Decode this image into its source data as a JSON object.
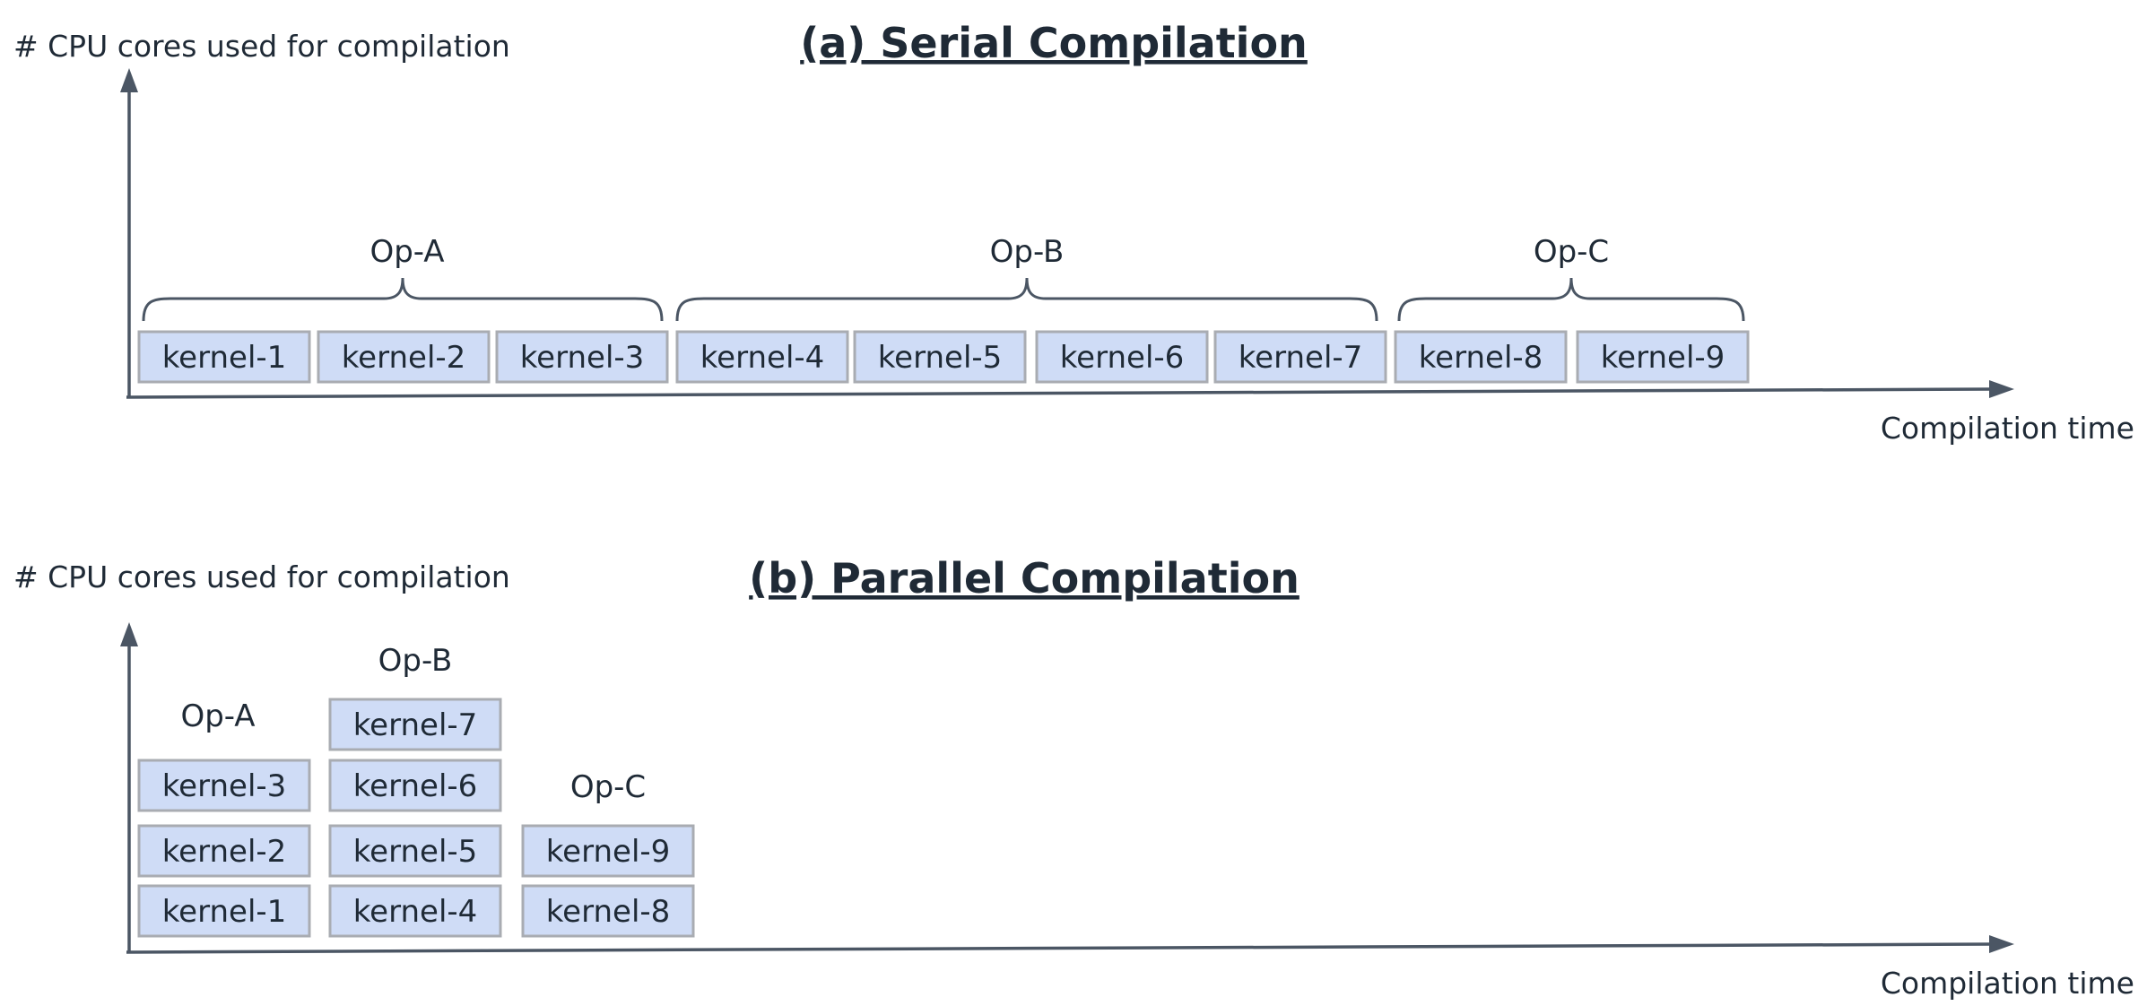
{
  "panels": [
    {
      "id": "serial",
      "title": "(a) Serial Compilation",
      "y_axis_label": "# CPU cores used for compilation",
      "x_axis_label": "Compilation time",
      "ops": [
        {
          "label": "Op-A",
          "kernels": [
            "kernel-1",
            "kernel-2",
            "kernel-3"
          ]
        },
        {
          "label": "Op-B",
          "kernels": [
            "kernel-4",
            "kernel-5",
            "kernel-6",
            "kernel-7"
          ]
        },
        {
          "label": "Op-C",
          "kernels": [
            "kernel-8",
            "kernel-9"
          ]
        }
      ]
    },
    {
      "id": "parallel",
      "title": "(b) Parallel Compilation",
      "y_axis_label": "# CPU cores used for compilation",
      "x_axis_label": "Compilation time",
      "ops": [
        {
          "label": "Op-A",
          "kernels": [
            "kernel-1",
            "kernel-2",
            "kernel-3"
          ]
        },
        {
          "label": "Op-B",
          "kernels": [
            "kernel-4",
            "kernel-5",
            "kernel-6",
            "kernel-7"
          ]
        },
        {
          "label": "Op-C",
          "kernels": [
            "kernel-8",
            "kernel-9"
          ]
        }
      ]
    }
  ],
  "colors": {
    "kernel_fill": "#cfdcf6",
    "kernel_border": "#a9acb2",
    "axis": "#4b5664",
    "text": "#1f2a36"
  }
}
